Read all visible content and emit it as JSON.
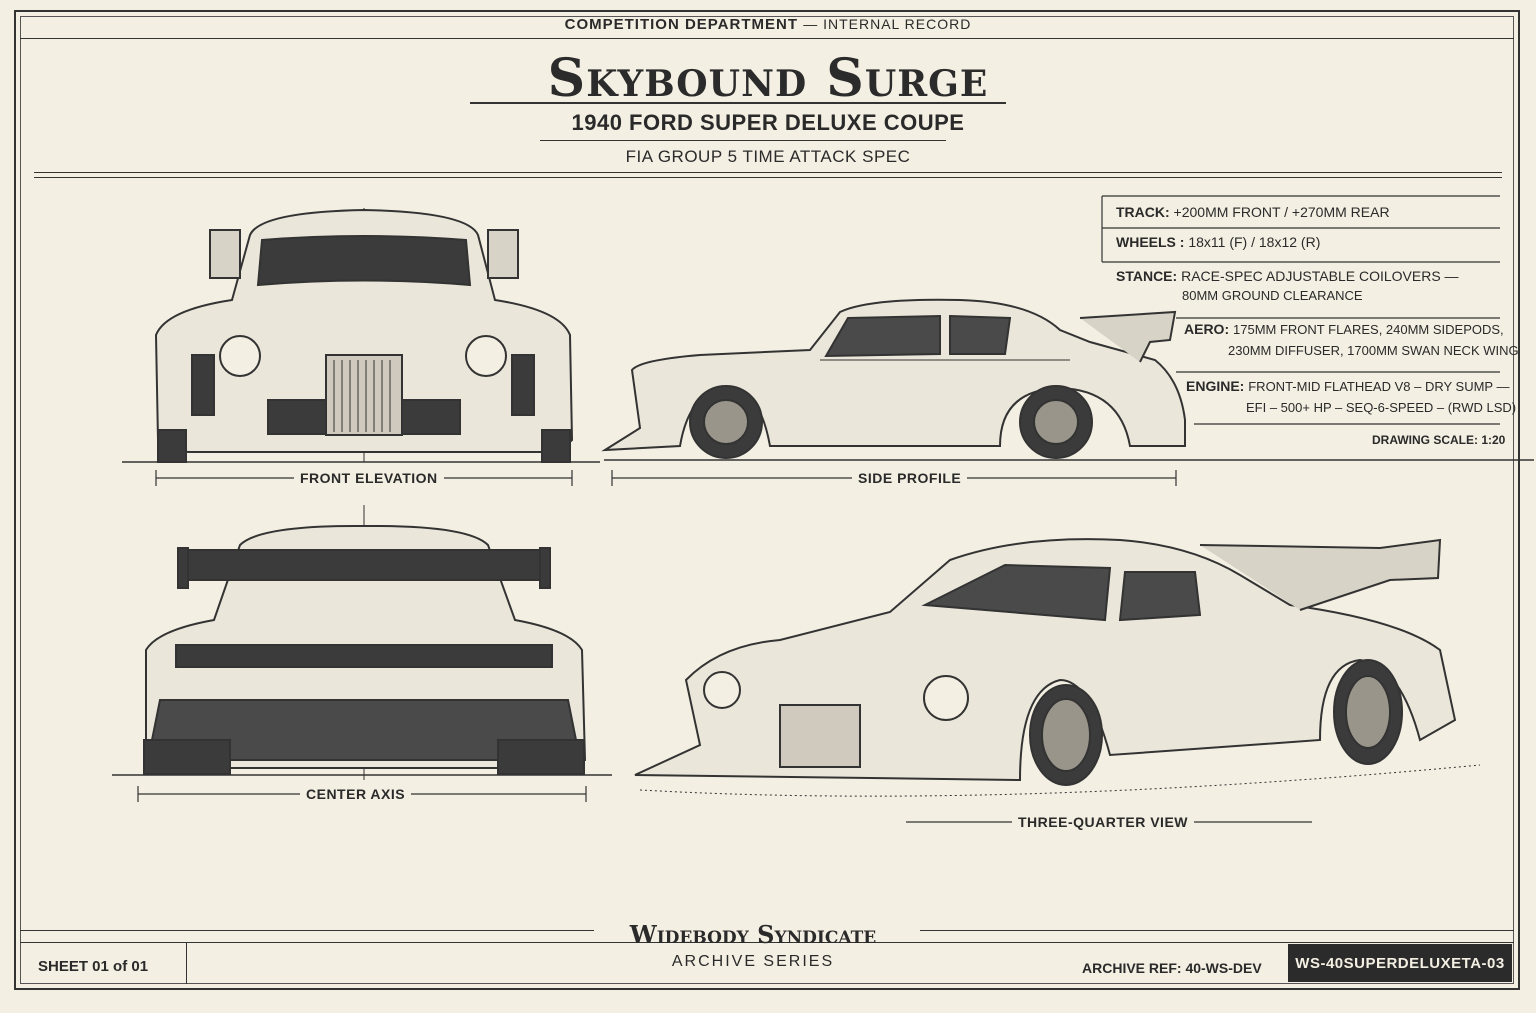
{
  "header": {
    "department": "COMPETITION DEPARTMENT",
    "record": "INTERNAL RECORD",
    "title": "Skybound Surge",
    "subtitle": "1940 FORD SUPER DELUXE COUPE",
    "spec_class": "FIA GROUP 5 TIME ATTACK SPEC"
  },
  "views": {
    "front": "FRONT ELEVATION",
    "side": "SIDE PROFILE",
    "rear": "CENTER AXIS",
    "three_quarter": "THREE-QUARTER VIEW"
  },
  "specs": {
    "track_label": "TRACK:",
    "track_value": "+200MM FRONT / +270MM REAR",
    "wheels_label": "WHEELS :",
    "wheels_value": "18x11 (F) / 18x12 (R)",
    "stance_label": "STANCE:",
    "stance_value_1": "RACE-SPEC ADJUSTABLE COILOVERS —",
    "stance_value_2": "80MM GROUND CLEARANCE",
    "aero_label": "AERO:",
    "aero_value_1": "175MM FRONT FLARES, 240MM SIDEPODS,",
    "aero_value_2": "230MM DIFFUSER, 1700MM SWAN NECK WING",
    "engine_label": "ENGINE:",
    "engine_value_1": "FRONT-MID FLATHEAD V8 – DRY SUMP —",
    "engine_value_2": "EFI – 500+ HP – SEQ-6-SPEED – (RWD LSD)",
    "scale": "DRAWING SCALE: 1:20"
  },
  "footer": {
    "brand": "Widebody Syndicate",
    "series": "ARCHIVE SERIES",
    "sheet": "SHEET 01 of 01",
    "archive_ref": "ARCHIVE REF: 40-WS-DEV",
    "ref_code": "WS-40SUPERDELUXETA-03"
  }
}
